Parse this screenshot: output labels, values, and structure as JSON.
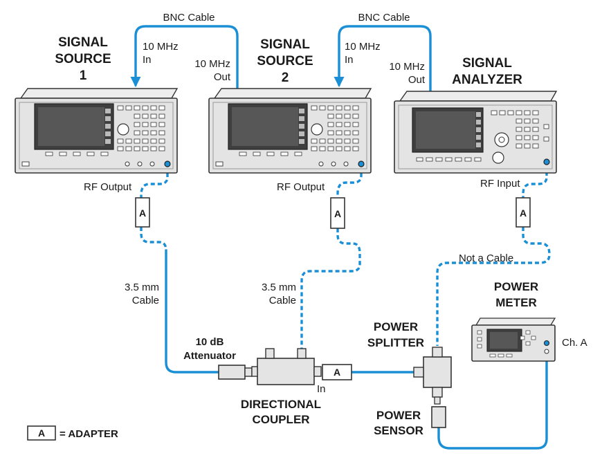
{
  "instruments": {
    "source1": {
      "title_line1": "SIGNAL",
      "title_line2": "SOURCE",
      "title_line3": "1"
    },
    "source2": {
      "title_line1": "SIGNAL",
      "title_line2": "SOURCE",
      "title_line3": "2"
    },
    "analyzer": {
      "title_line1": "SIGNAL",
      "title_line2": "ANALYZER"
    },
    "power_meter": {
      "title_line1": "POWER",
      "title_line2": "METER"
    }
  },
  "ports": {
    "in_10mhz_line1": "10 MHz",
    "in_10mhz_line2": "In",
    "out_10mhz_line1": "10 MHz",
    "out_10mhz_line2": "Out",
    "rf_output": "RF Output",
    "rf_input": "RF Input",
    "channel_a": "Ch. A",
    "coupler_in": "In"
  },
  "cables": {
    "bnc": "BNC Cable",
    "cable_35_line1": "3.5 mm",
    "cable_35_line2": "Cable",
    "not_a_cable": "Not a Cable"
  },
  "components": {
    "attenuator_line1": "10 dB",
    "attenuator_line2": "Attenuator",
    "coupler_line1": "DIRECTIONAL",
    "coupler_line2": "COUPLER",
    "splitter_line1": "POWER",
    "splitter_line2": "SPLITTER",
    "sensor_line1": "POWER",
    "sensor_line2": "SENSOR",
    "adapter_letter": "A"
  },
  "legend": {
    "letter": "A",
    "text": "= ADAPTER"
  },
  "colors": {
    "cable": "#1a8fd6",
    "instrument_face": "#e4e4e4",
    "screen": "#3f3f3f",
    "outline": "#333333"
  }
}
